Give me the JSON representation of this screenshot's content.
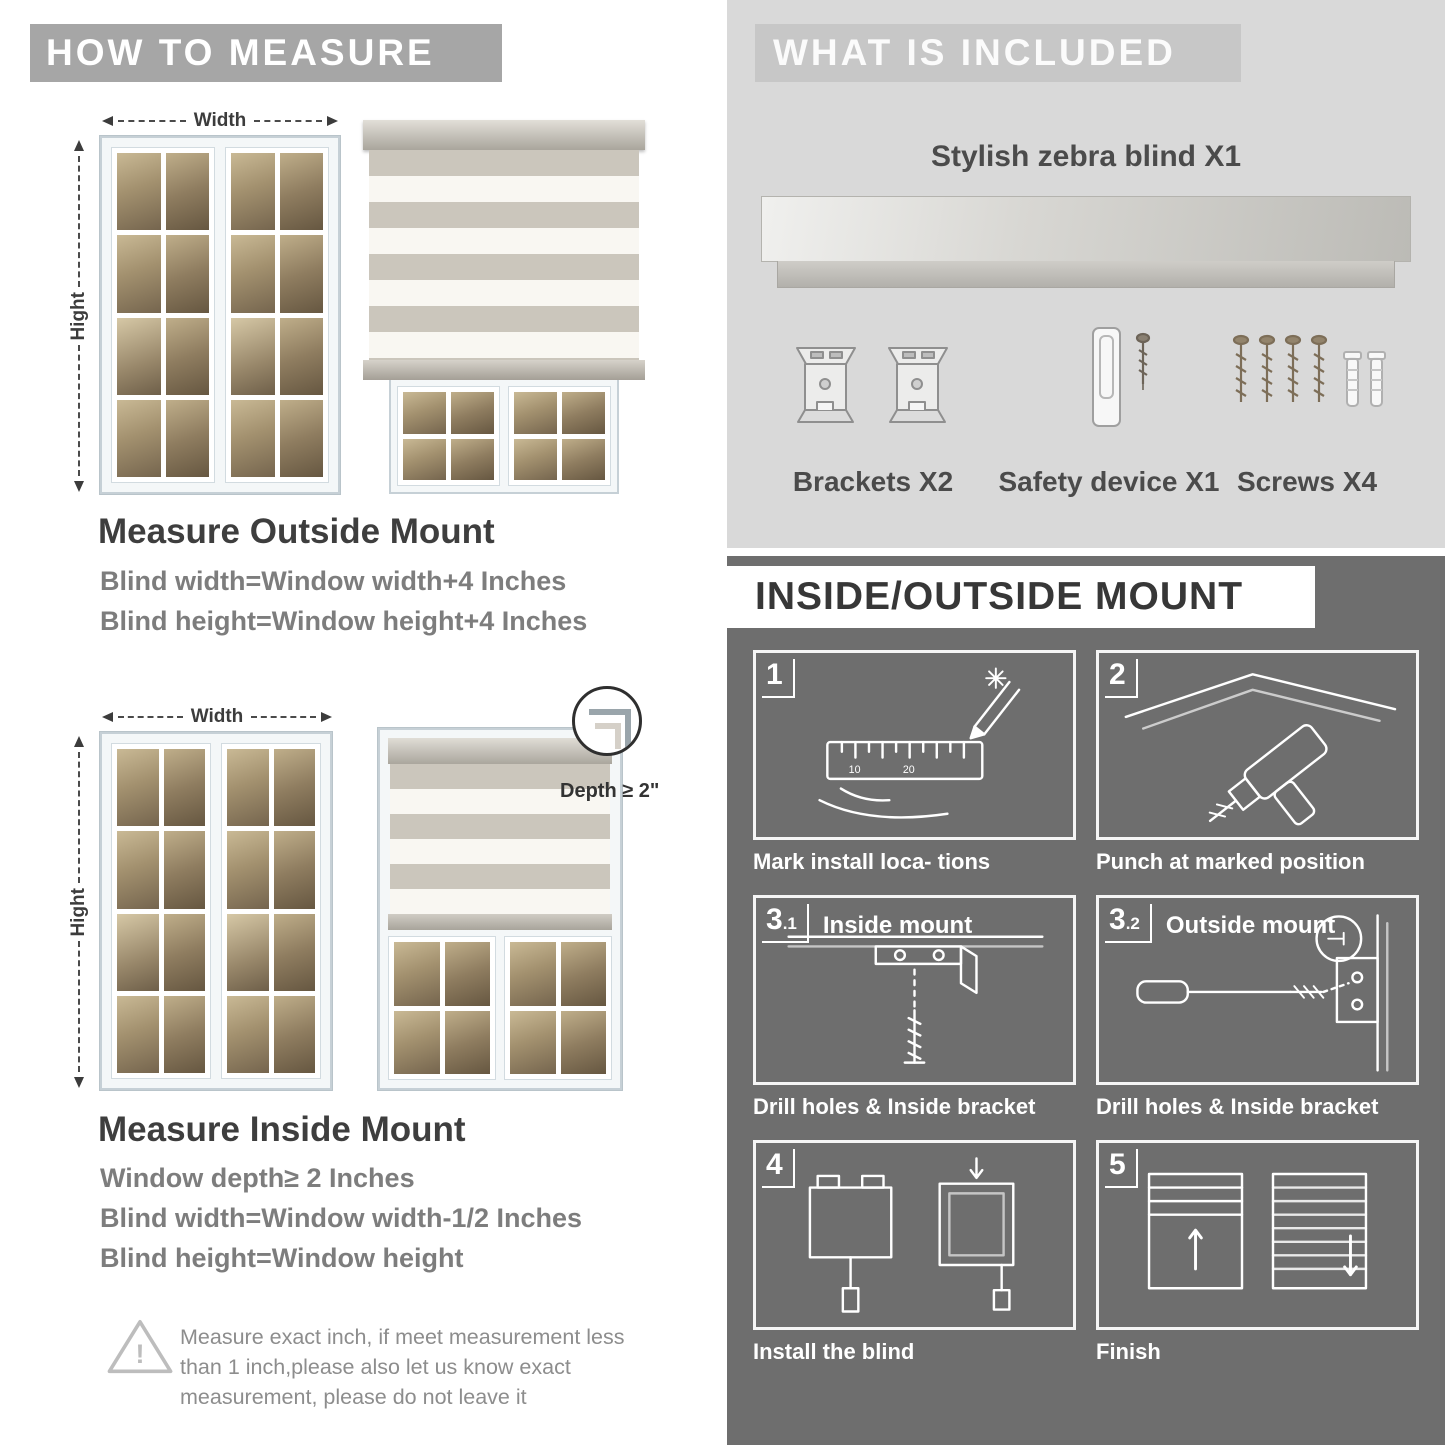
{
  "how_to_measure": {
    "header": "HOW TO MEASURE",
    "outside": {
      "width_label": "Width",
      "height_label": "Hight",
      "title": "Measure Outside Mount",
      "formula1": "Blind width=Window width+4 Inches",
      "formula2": "Blind height=Window height+4 Inches"
    },
    "inside": {
      "width_label": "Width",
      "height_label": "Hight",
      "depth_label": "Depth ≥ 2\"",
      "title": "Measure Inside Mount",
      "formula1": "Window depth≥ 2 Inches",
      "formula2": "Blind width=Window width-1/2 Inches",
      "formula3": "Blind height=Window height"
    },
    "warning_mark": "!",
    "warning_text": "Measure exact inch, if meet measurement less than 1 inch,please also let us know exact measurement, please do not leave it"
  },
  "included": {
    "header": "WHAT IS INCLUDED",
    "blind_label": "Stylish zebra blind X1",
    "items": [
      {
        "label": "Brackets X2",
        "icon": "brackets-icon"
      },
      {
        "label": "Safety device X1",
        "icon": "safety-device-icon"
      },
      {
        "label": "Screws X4",
        "icon": "screws-icon"
      }
    ]
  },
  "mount_guide": {
    "header": "INSIDE/OUTSIDE MOUNT",
    "steps": [
      {
        "num": "1",
        "sub": "",
        "title": "",
        "caption": "Mark install loca- tions",
        "icon": "measure-mark-icon"
      },
      {
        "num": "2",
        "sub": "",
        "title": "",
        "caption": "Punch at marked position",
        "icon": "drill-icon"
      },
      {
        "num": "3",
        "sub": ".1",
        "title": "Inside mount",
        "caption": "Drill holes & Inside bracket",
        "icon": "inside-bracket-icon"
      },
      {
        "num": "3",
        "sub": ".2",
        "title": "Outside mount",
        "caption": "Drill holes & Inside bracket",
        "icon": "outside-bracket-icon"
      },
      {
        "num": "4",
        "sub": "",
        "title": "",
        "caption": "Install the blind",
        "icon": "install-blind-icon"
      },
      {
        "num": "5",
        "sub": "",
        "title": "",
        "caption": "Finish",
        "icon": "finish-icon"
      }
    ]
  },
  "colors": {
    "left_header_bg": "#a6a6a6",
    "included_bg": "#d9d9d9",
    "included_header_bg": "#c7c7c7",
    "mount_bg": "#6e6e6e",
    "title_text": "#3e3e3e",
    "formula_text": "#7d7d7d"
  }
}
